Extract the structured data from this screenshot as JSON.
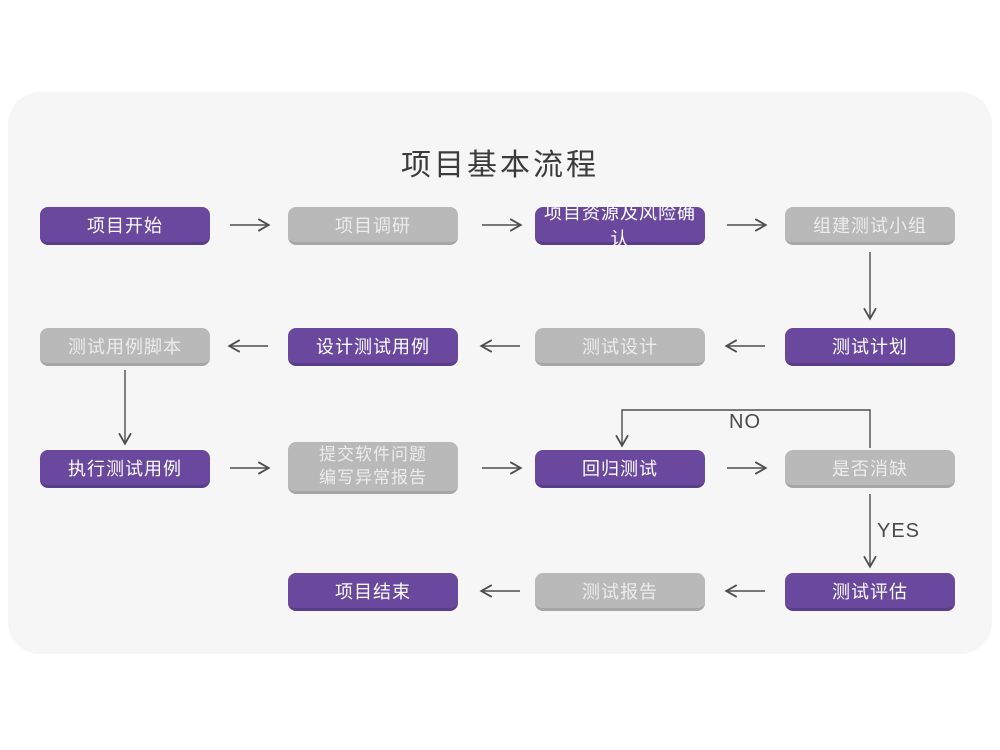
{
  "title": "项目基本流程",
  "colors": {
    "purple": "#69489d",
    "purple_edge": "#5a3d8a",
    "gray": "#b9b9b9",
    "gray_edge": "#a6a6a6",
    "arrow": "#4d4d4d",
    "card_bg": "#f6f6f7",
    "title_text": "#3b3b3b",
    "node_text_purple": "#ffffff",
    "node_text_gray": "#ececec"
  },
  "nodes": [
    {
      "id": "project-start",
      "label": "项目开始",
      "color": "purple"
    },
    {
      "id": "project-research",
      "label": "项目调研",
      "color": "gray"
    },
    {
      "id": "resource-risk-confirm",
      "label": "项目资源及风险确认",
      "color": "purple"
    },
    {
      "id": "build-test-team",
      "label": "组建测试小组",
      "color": "gray"
    },
    {
      "id": "test-case-script",
      "label": "测试用例脚本",
      "color": "gray"
    },
    {
      "id": "design-test-case",
      "label": "设计测试用例",
      "color": "purple"
    },
    {
      "id": "test-design",
      "label": "测试设计",
      "color": "gray"
    },
    {
      "id": "test-plan",
      "label": "测试计划",
      "color": "purple"
    },
    {
      "id": "execute-test-case",
      "label": "执行测试用例",
      "color": "purple"
    },
    {
      "id": "submit-issue-report",
      "label": "提交软件问题\n编写异常报告",
      "color": "gray"
    },
    {
      "id": "regression-test",
      "label": "回归测试",
      "color": "purple"
    },
    {
      "id": "defect-cleared",
      "label": "是否消缺",
      "color": "gray"
    },
    {
      "id": "project-end",
      "label": "项目结束",
      "color": "purple"
    },
    {
      "id": "test-report",
      "label": "测试报告",
      "color": "gray"
    },
    {
      "id": "test-evaluation",
      "label": "测试评估",
      "color": "purple"
    }
  ],
  "branch_labels": {
    "no": "NO",
    "yes": "YES"
  }
}
